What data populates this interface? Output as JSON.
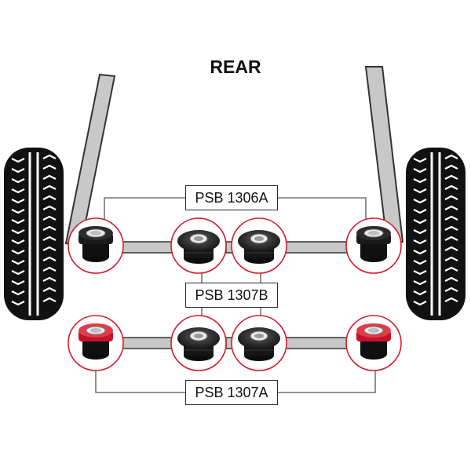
{
  "title": "REAR",
  "part_labels": {
    "upper": "PSB 1306A",
    "middle": "PSB 1307B",
    "lower": "PSB 1307A"
  },
  "colors": {
    "outline_circle": "#d3202e",
    "bushing_black": "#111111",
    "bushing_red": "#c8102e",
    "arm_fill": "#c8c8c8",
    "tyre": "#111111"
  },
  "icons": [
    "tyre-icon",
    "bushing-icon"
  ]
}
